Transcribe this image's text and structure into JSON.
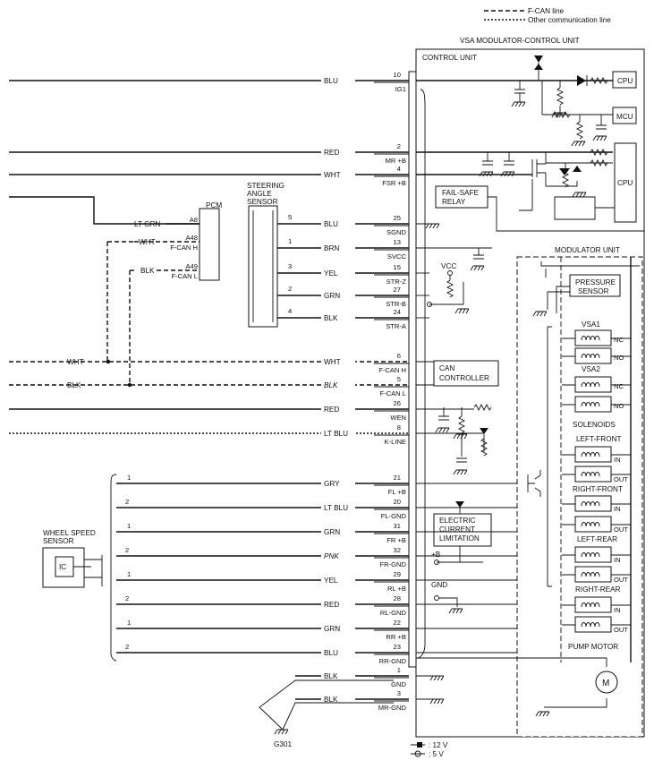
{
  "legend": {
    "fcan": "F-CAN line",
    "other": "Other communication line",
    "v12": ": 12 V",
    "v5": ": 5 V"
  },
  "unit": {
    "title": "VSA MODULATOR-CONTROL UNIT",
    "control": "CONTROL UNIT",
    "modulator": "MODULATOR UNIT"
  },
  "blocks": {
    "cpu1": "CPU",
    "mcu": "MCU",
    "cpu2": "CPU",
    "failsafe": [
      "FAIL-SAFE",
      "RELAY"
    ],
    "can": [
      "CAN",
      "CONTROLLER"
    ],
    "ecl": [
      "ELECTRIC",
      "CURRENT",
      "LIMITATION"
    ],
    "pressure": [
      "PRESSURE",
      "SENSOR"
    ],
    "vcc": "VCC",
    "plusb": "+B",
    "gnd": "GND",
    "pcm": "PCM",
    "steering": [
      "STEERING",
      "ANGLE",
      "SENSOR"
    ],
    "wss": [
      "WHEEL SPEED",
      "SENSOR"
    ],
    "ic": "IC",
    "g301": "G301",
    "vsa1": "VSA1",
    "vsa2": "VSA2",
    "nc": "NC",
    "no": "NO",
    "solenoids": "SOLENOIDS",
    "lf": "LEFT-FRONT",
    "rf": "RIGHT-FRONT",
    "lr": "LEFT-REAR",
    "rr": "RIGHT-REAR",
    "in": "IN",
    "out": "OUT",
    "pump": "PUMP MOTOR",
    "m": "M"
  },
  "pcm_pins": [
    {
      "pin": "A8",
      "wire": "LT GRN",
      "label": ""
    },
    {
      "pin": "A48",
      "wire": "WHT",
      "label": "F-CAN H"
    },
    {
      "pin": "A49",
      "wire": "BLK",
      "label": "F-CAN L"
    }
  ],
  "sensor_pins": [
    "5",
    "1",
    "3",
    "2",
    "4"
  ],
  "wheel_pins": [
    "1",
    "2",
    "1",
    "2",
    "1",
    "2",
    "1",
    "2"
  ],
  "pins": [
    {
      "pin": "10",
      "wire": "BLU",
      "label": "IG1"
    },
    {
      "pin": "2",
      "wire": "RED",
      "label": "MR +B"
    },
    {
      "pin": "4",
      "wire": "WHT",
      "label": "FSR +B"
    },
    {
      "pin": "25",
      "wire": "BLU",
      "label": "SGND"
    },
    {
      "pin": "13",
      "wire": "BRN",
      "label": "SVCC"
    },
    {
      "pin": "15",
      "wire": "YEL",
      "label": "STR-Z"
    },
    {
      "pin": "27",
      "wire": "GRN",
      "label": "STR-B"
    },
    {
      "pin": "24",
      "wire": "BLK",
      "label": "STR-A"
    },
    {
      "pin": "6",
      "wire": "WHT",
      "label": "F-CAN H"
    },
    {
      "pin": "5",
      "wire": "BLK",
      "label": "F-CAN L"
    },
    {
      "pin": "26",
      "wire": "RED",
      "label": "WEN"
    },
    {
      "pin": "8",
      "wire": "LT BLU",
      "label": "K-LINE"
    },
    {
      "pin": "21",
      "wire": "GRY",
      "label": "FL +B"
    },
    {
      "pin": "20",
      "wire": "LT BLU",
      "label": "FL-GND"
    },
    {
      "pin": "31",
      "wire": "GRN",
      "label": "FR +B"
    },
    {
      "pin": "32",
      "wire": "PNK",
      "label": "FR-GND"
    },
    {
      "pin": "29",
      "wire": "YEL",
      "label": "RL +B"
    },
    {
      "pin": "28",
      "wire": "RED",
      "label": "RL-GND"
    },
    {
      "pin": "22",
      "wire": "GRN",
      "label": "RR +B"
    },
    {
      "pin": "23",
      "wire": "BLU",
      "label": "RR-GND"
    },
    {
      "pin": "1",
      "wire": "BLK",
      "label": "GND"
    },
    {
      "pin": "3",
      "wire": "BLK",
      "label": "MR-GND"
    }
  ],
  "left_wires": [
    "WHT",
    "BLK"
  ]
}
